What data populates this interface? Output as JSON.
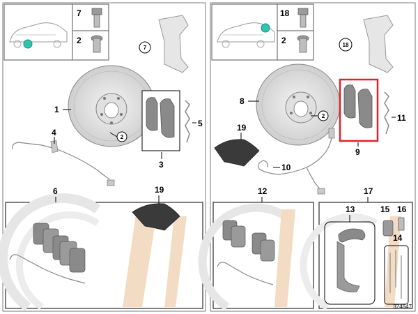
{
  "document_number": "324647",
  "left_panel": {
    "labels": {
      "bolt_top": "7",
      "bolt_bottom": "2",
      "caliper_carrier": "7",
      "disc": "1",
      "disc_bolt": "2",
      "sensor": "4",
      "pad_set": "3",
      "spring": "5",
      "repair_kit": "6",
      "grease": "19"
    }
  },
  "right_panel": {
    "labels": {
      "bolt_top": "18",
      "bolt_bottom": "2",
      "caliper_carrier": "18",
      "disc": "8",
      "disc_bolt": "2",
      "grease": "19",
      "sensor": "10",
      "pad_set": "9",
      "spring": "11",
      "repair_kit": "12",
      "parking_kit": "17",
      "shoes": "13",
      "part15": "15",
      "part16": "16",
      "part14": "14"
    }
  },
  "highlight_color": "#e0202a",
  "marker_color": "#2fc4b2"
}
